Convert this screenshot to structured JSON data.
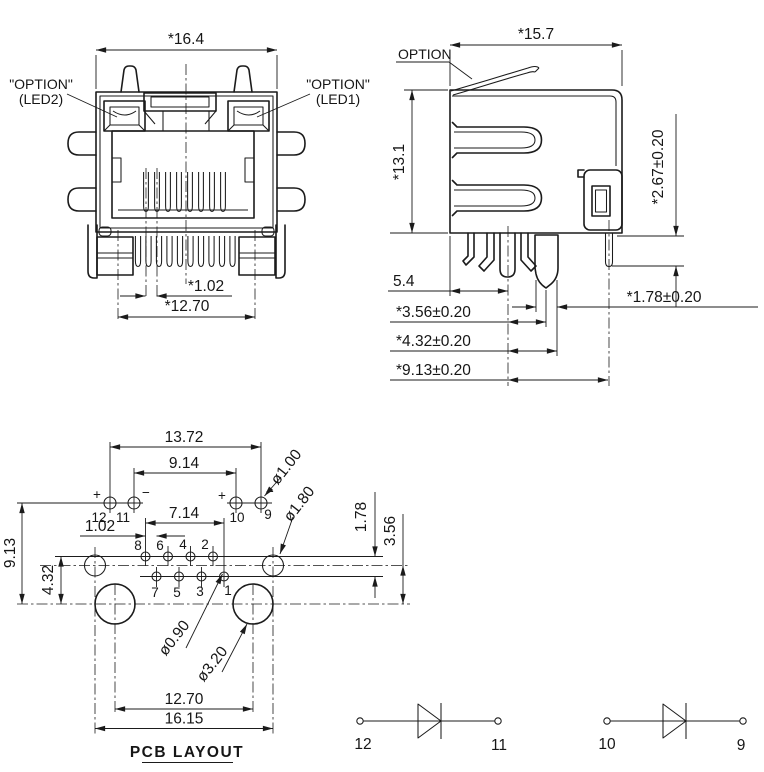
{
  "drawing": {
    "front_view": {
      "dim_width": "*16.4",
      "dim_contact_pitch": "*1.02",
      "dim_post_span": "*12.70",
      "led2_label_line1": "\"OPTION\"",
      "led2_label_line2": "(LED2)",
      "led1_label_line1": "\"OPTION\"",
      "led1_label_line2": "(LED1)"
    },
    "side_view": {
      "dim_depth": "*15.7",
      "option_label": "OPTION",
      "dim_height": "*13.1",
      "dim_led_pin": "*2.67±0.20",
      "dim_latch_offset": "5.4",
      "dim_post_center": "*3.56±0.20",
      "dim_post_edge": "*4.32±0.20",
      "dim_pin_center": "*9.13±0.20",
      "dim_post_width": "*1.78±0.20"
    },
    "pcb": {
      "title": "PCB  LAYOUT",
      "dim_led_span": "13.72",
      "dim_led_inner": "9.14",
      "dim_contact_span": "7.14",
      "dim_stagger": "1.02",
      "dim_height": "9.13",
      "dim_post_row": "4.32",
      "dim_row_gap": "1.78",
      "dim_shield_row": "3.56",
      "dim_post_span": "12.70",
      "dim_overall": "16.15",
      "dia_led_pad": "ø1.00",
      "dia_shield": "ø1.80",
      "dia_contact": "ø0.90",
      "dia_post": "ø3.20",
      "plus": "+",
      "minus": "−",
      "pads": {
        "p1": "1",
        "p2": "2",
        "p3": "3",
        "p4": "4",
        "p5": "5",
        "p6": "6",
        "p7": "7",
        "p8": "8",
        "p9": "9",
        "p10": "10",
        "p11": "11",
        "p12": "12"
      }
    },
    "diodes": {
      "d1": {
        "anode": "12",
        "cathode": "11"
      },
      "d2": {
        "anode": "10",
        "cathode": "9"
      }
    }
  }
}
